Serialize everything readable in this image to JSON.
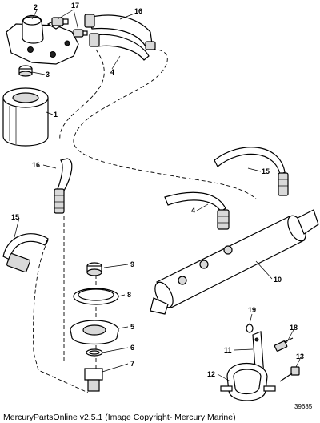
{
  "callouts": {
    "c1": "1",
    "c2": "2",
    "c3": "3",
    "c4a": "4",
    "c4b": "4",
    "c5": "5",
    "c6": "6",
    "c7": "7",
    "c8": "8",
    "c9": "9",
    "c10": "10",
    "c11": "11",
    "c12": "12",
    "c13": "13",
    "c15a": "15",
    "c15b": "15",
    "c16a": "16",
    "c16b": "16",
    "c17": "17",
    "c18": "18",
    "c19": "19"
  },
  "reference_number": "39685",
  "footer": "MercuryPartsOnline v2.5.1 (Image Copyright- Mercury Marine)"
}
